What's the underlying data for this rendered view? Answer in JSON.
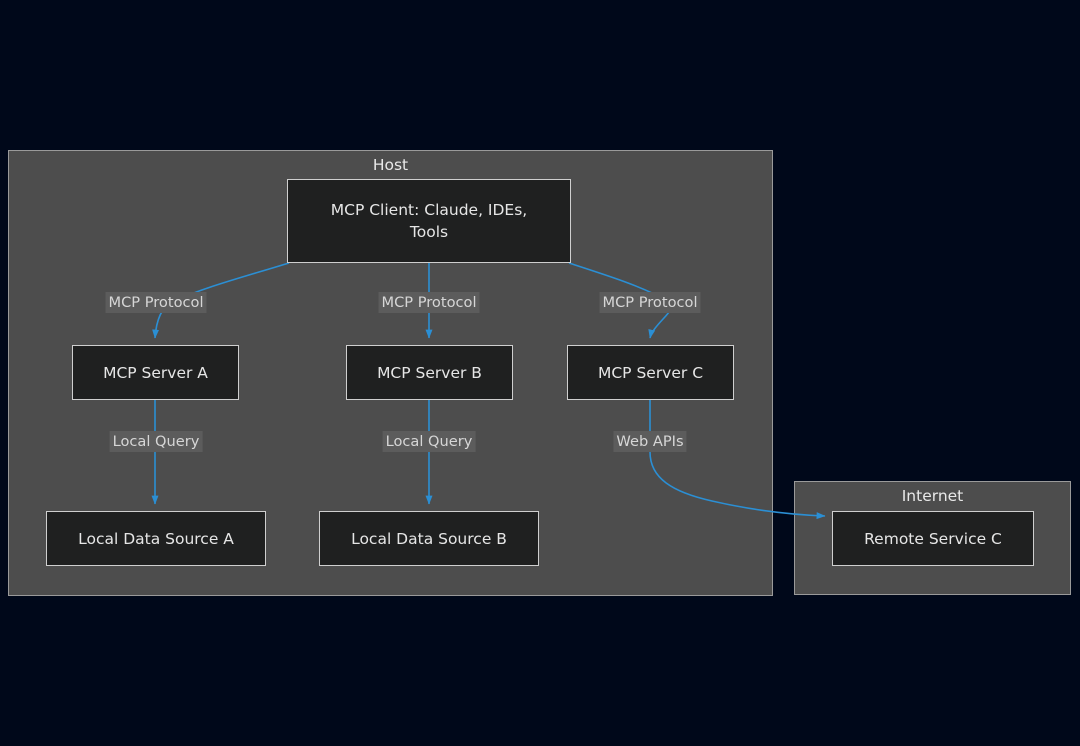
{
  "diagram": {
    "type": "flowchart",
    "background_color": "#00081a",
    "cluster_fill": "#4d4d4d",
    "cluster_stroke": "#9a9a9a",
    "node_fill": "#1f2020",
    "node_stroke": "#cfcfcf",
    "edge_color": "#2b8fd4",
    "text_color": "#e6e6e6",
    "clusters": [
      {
        "id": "host",
        "title": "Host"
      },
      {
        "id": "internet",
        "title": "Internet"
      }
    ],
    "nodes": [
      {
        "id": "client",
        "label_line1": "MCP Client: Claude, IDEs,",
        "label_line2": "Tools"
      },
      {
        "id": "server_a",
        "label": "MCP Server A"
      },
      {
        "id": "server_b",
        "label": "MCP Server B"
      },
      {
        "id": "server_c",
        "label": "MCP Server C"
      },
      {
        "id": "source_a",
        "label": "Local Data Source A"
      },
      {
        "id": "source_b",
        "label": "Local Data Source B"
      },
      {
        "id": "remote_c",
        "label": "Remote Service C"
      }
    ],
    "edges": [
      {
        "from": "client",
        "to": "server_a",
        "label": "MCP Protocol"
      },
      {
        "from": "client",
        "to": "server_b",
        "label": "MCP Protocol"
      },
      {
        "from": "client",
        "to": "server_c",
        "label": "MCP Protocol"
      },
      {
        "from": "server_a",
        "to": "source_a",
        "label": "Local Query"
      },
      {
        "from": "server_b",
        "to": "source_b",
        "label": "Local Query"
      },
      {
        "from": "server_c",
        "to": "remote_c",
        "label": "Web APIs"
      }
    ]
  }
}
